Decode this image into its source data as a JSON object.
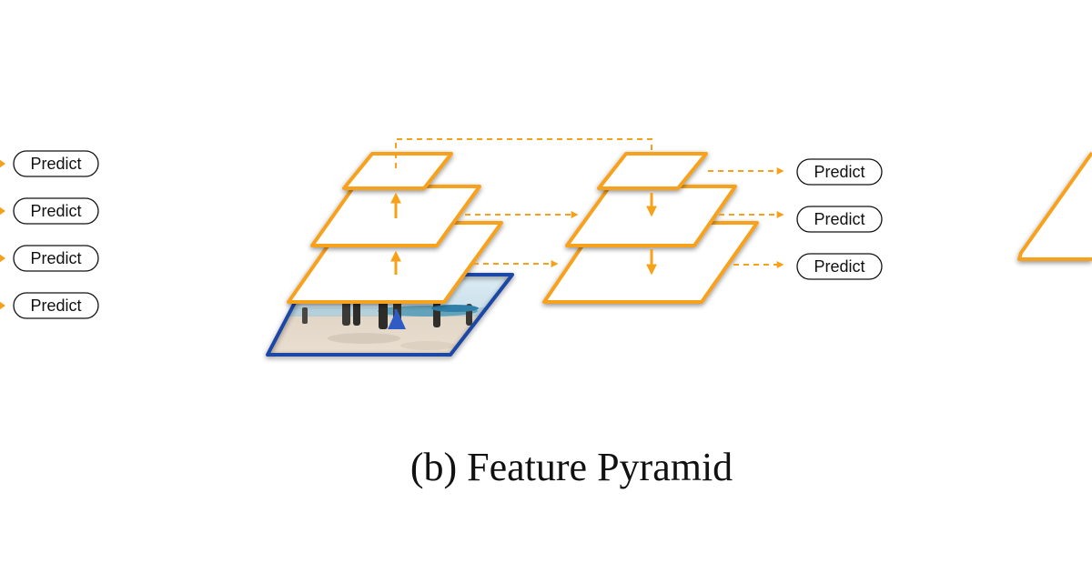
{
  "colors": {
    "feature_map": "#F7A11A",
    "image_border": "#1B46A6",
    "text": "#111111",
    "background": "#FFFFFF"
  },
  "left_panel": {
    "predict_labels": [
      "Predict",
      "Predict",
      "Predict",
      "Predict"
    ]
  },
  "center_panel": {
    "predict_labels": [
      "Predict",
      "Predict",
      "Predict"
    ]
  },
  "caption": "(b) Feature Pyramid",
  "icons": {
    "input_image": "beach-photo-with-surfers"
  }
}
